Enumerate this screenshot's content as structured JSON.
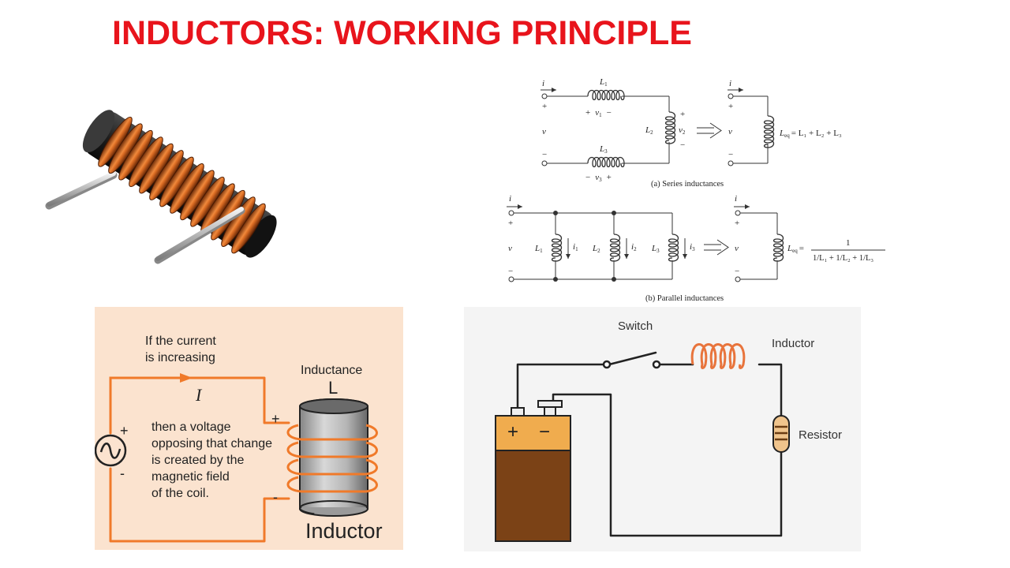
{
  "title": "INDUCTORS: WORKING PRINCIPLE",
  "formula": {
    "series": {
      "i": "i",
      "plus": "+",
      "minus": "−",
      "v": "v",
      "L1": "L",
      "L1_sub": "1",
      "v1_plus": "+",
      "v1": "v",
      "v1_sub": "1",
      "v1_minus": "−",
      "L2": "L",
      "L2_sub": "2",
      "v2_plus": "+",
      "v2": "v",
      "v2_sub": "2",
      "v2_minus": "−",
      "L3": "L",
      "L3_sub": "3",
      "v3_minus": "−",
      "v3": "v",
      "v3_sub": "3",
      "v3_plus": "+",
      "eq_i": "i",
      "eq_plus": "+",
      "eq_minus": "−",
      "eq_v": "v",
      "Leq": "L",
      "Leq_sub": "eq",
      "Leq_rhs": "= L₁ + L₂ + L₃",
      "caption": "(a) Series inductances"
    },
    "parallel": {
      "i": "i",
      "plus": "+",
      "minus": "−",
      "v": "v",
      "L1": "L",
      "L1_sub": "1",
      "i1": "i",
      "i1_sub": "1",
      "L2": "L",
      "L2_sub": "2",
      "i2": "i",
      "i2_sub": "2",
      "L3": "L",
      "L3_sub": "3",
      "i3": "i",
      "i3_sub": "3",
      "eq_i": "i",
      "eq_plus": "+",
      "eq_minus": "−",
      "eq_v": "v",
      "Leq": "L",
      "Leq_sub": "eq",
      "Leq_eq": "=",
      "numerator": "1",
      "denominator": "1/L₁ + 1/L₂ + 1/L₃",
      "caption": "(b) Parallel inductances"
    }
  },
  "concept": {
    "line1": "If the current",
    "line2": "is increasing",
    "current_symbol": "I",
    "inductance_label": "Inductance",
    "inductance_symbol": "L",
    "text_lines": [
      "then a voltage",
      "opposing that change",
      "is created by the",
      "magnetic field",
      "of the coil."
    ],
    "source_plus": "+",
    "source_minus": "-",
    "coil_plus": "+",
    "coil_minus": "-",
    "inductor_label": "Inductor",
    "colors": {
      "background": "#fbe3cf",
      "wire": "#f07a2a",
      "text": "#222222"
    }
  },
  "circuit": {
    "switch_label": "Switch",
    "inductor_label": "Inductor",
    "resistor_label": "Resistor",
    "battery_plus": "+",
    "battery_minus": "−",
    "colors": {
      "coil": "#e8743c",
      "battery_top": "#f0ac4e",
      "battery_body": "#7b4216",
      "resistor": "#f0c48c"
    }
  },
  "colors": {
    "title": "#e8141c"
  }
}
